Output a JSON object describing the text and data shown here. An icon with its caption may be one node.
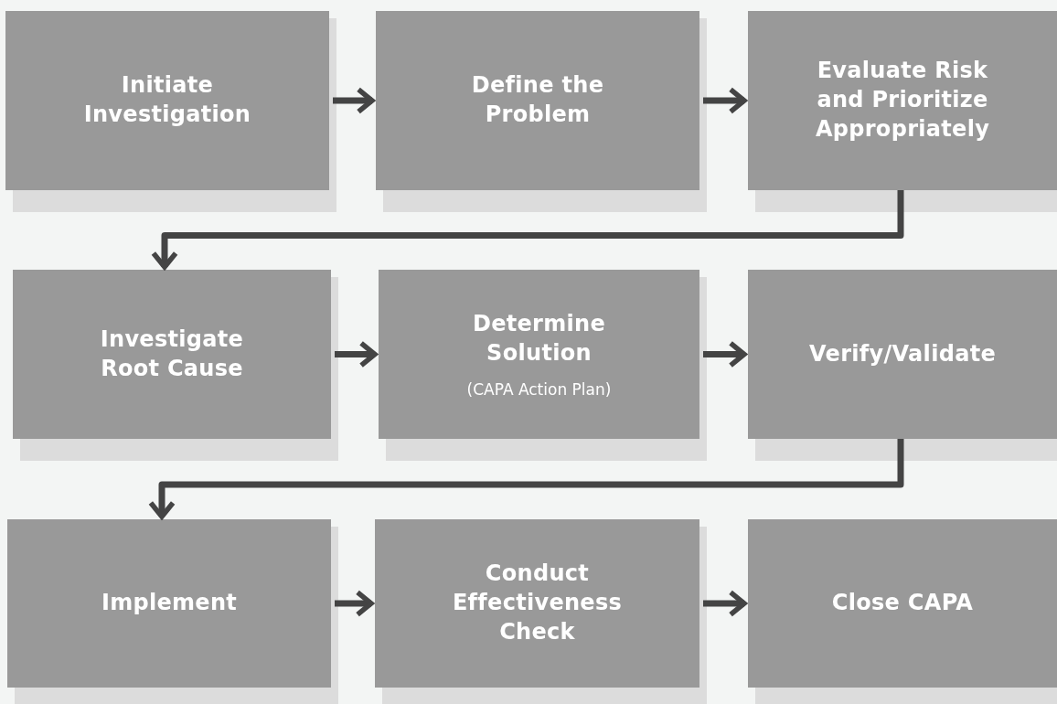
{
  "diagram": {
    "nodes": [
      {
        "text": [
          "Initiate Investigation"
        ]
      },
      {
        "text": [
          "Define the Problem"
        ]
      },
      {
        "text": [
          "Evaluate Risk and Prioritize Appropriately"
        ]
      },
      {
        "text": [
          "Investigate Root Cause"
        ]
      },
      {
        "text": [
          "Determine Solution",
          "(CAPA Action Plan)"
        ]
      },
      {
        "text": [
          "Verify/Validate"
        ]
      },
      {
        "text": [
          "Implement"
        ]
      },
      {
        "text": [
          "Conduct Effectiveness Check"
        ]
      },
      {
        "text": [
          "Close CAPA"
        ]
      }
    ],
    "edges": [
      {
        "from": 0,
        "to": 1,
        "arrow": "to"
      },
      {
        "from": 1,
        "to": 2,
        "arrow": "to"
      },
      {
        "from": 2,
        "to": 3,
        "arrow": "to"
      },
      {
        "from": 3,
        "to": 4,
        "arrow": "to"
      },
      {
        "from": 4,
        "to": 5,
        "arrow": "to"
      },
      {
        "from": 5,
        "to": 6,
        "arrow": "to"
      },
      {
        "from": 6,
        "to": 7,
        "arrow": "to"
      },
      {
        "from": 7,
        "to": 8,
        "arrow": "to"
      }
    ]
  }
}
